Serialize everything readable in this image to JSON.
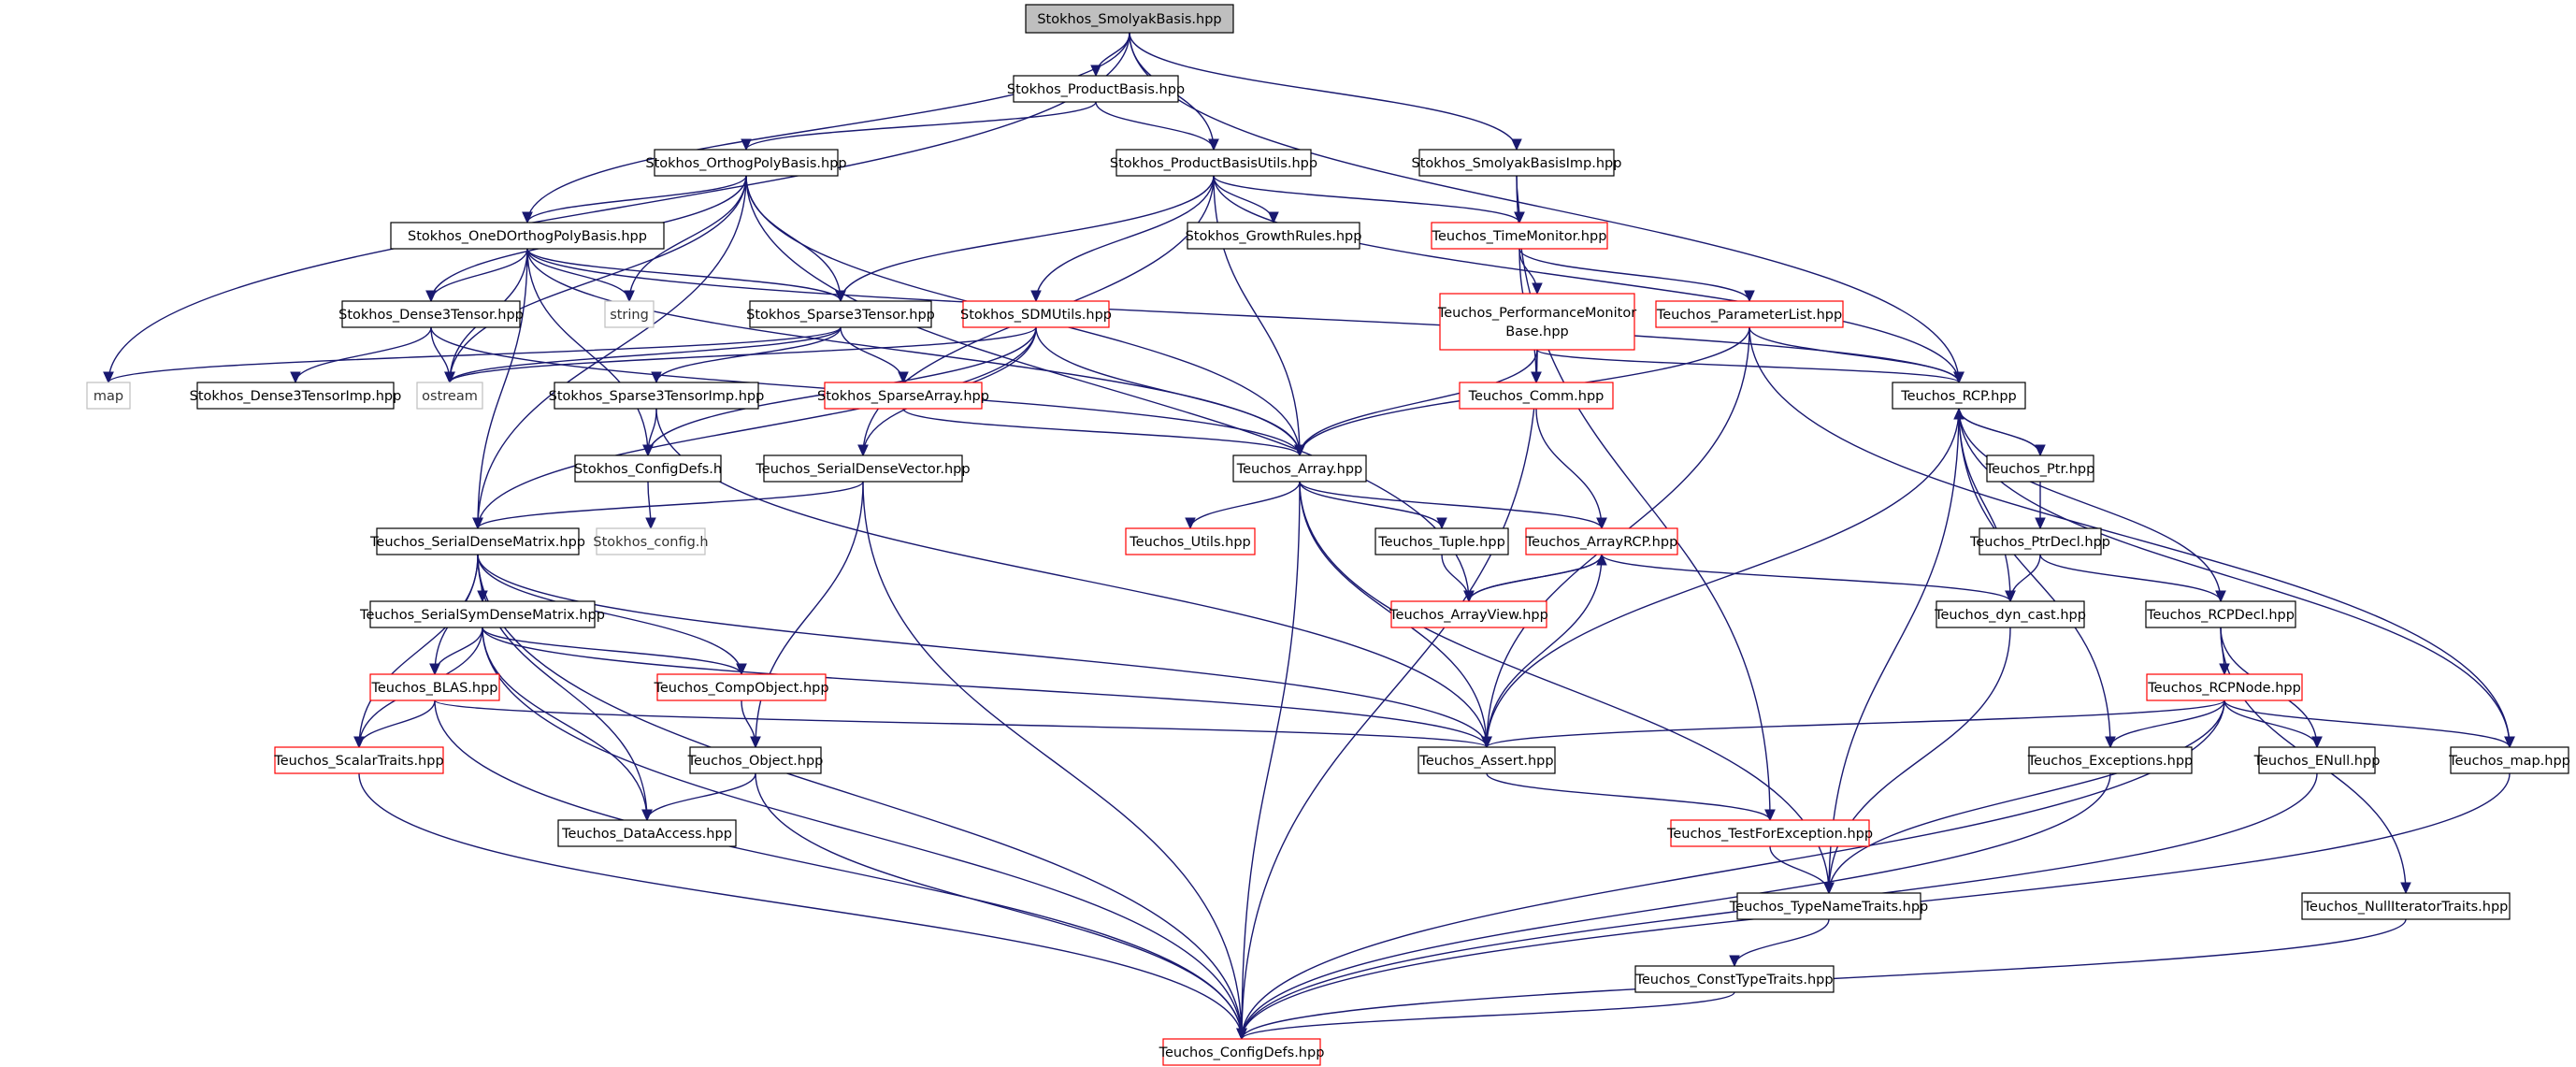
{
  "diagram": {
    "nodes": [
      {
        "id": "root",
        "label": "Stokhos_SmolyakBasis.hpp",
        "kind": "root"
      },
      {
        "id": "prodbasis",
        "label": "Stokhos_ProductBasis.hpp",
        "kind": "normal"
      },
      {
        "id": "orthog",
        "label": "Stokhos_OrthogPolyBasis.hpp",
        "kind": "normal"
      },
      {
        "id": "produtils",
        "label": "Stokhos_ProductBasisUtils.hpp",
        "kind": "normal"
      },
      {
        "id": "smolimp",
        "label": "Stokhos_SmolyakBasisImp.hpp",
        "kind": "normal"
      },
      {
        "id": "oned",
        "label": "Stokhos_OneDOrthogPolyBasis.hpp",
        "kind": "normal"
      },
      {
        "id": "growth",
        "label": "Stokhos_GrowthRules.hpp",
        "kind": "normal"
      },
      {
        "id": "timemon",
        "label": "Teuchos_TimeMonitor.hpp",
        "kind": "truncated"
      },
      {
        "id": "dense3",
        "label": "Stokhos_Dense3Tensor.hpp",
        "kind": "normal"
      },
      {
        "id": "string",
        "label": "string",
        "kind": "external"
      },
      {
        "id": "sparse3",
        "label": "Stokhos_Sparse3Tensor.hpp",
        "kind": "normal"
      },
      {
        "id": "sdmutils",
        "label": "Stokhos_SDMUtils.hpp",
        "kind": "truncated"
      },
      {
        "id": "perfmon",
        "label": [
          "Teuchos_PerformanceMonitor",
          "Base.hpp"
        ],
        "kind": "truncated"
      },
      {
        "id": "paramlist",
        "label": "Teuchos_ParameterList.hpp",
        "kind": "truncated"
      },
      {
        "id": "map",
        "label": "map",
        "kind": "external"
      },
      {
        "id": "dense3imp",
        "label": "Stokhos_Dense3TensorImp.hpp",
        "kind": "normal"
      },
      {
        "id": "ostream",
        "label": "ostream",
        "kind": "external"
      },
      {
        "id": "sparse3imp",
        "label": "Stokhos_Sparse3TensorImp.hpp",
        "kind": "normal"
      },
      {
        "id": "sparsearray",
        "label": "Stokhos_SparseArray.hpp",
        "kind": "truncated"
      },
      {
        "id": "comm",
        "label": "Teuchos_Comm.hpp",
        "kind": "truncated"
      },
      {
        "id": "rcp",
        "label": "Teuchos_RCP.hpp",
        "kind": "normal"
      },
      {
        "id": "configdefs",
        "label": "Stokhos_ConfigDefs.h",
        "kind": "normal"
      },
      {
        "id": "sdv",
        "label": "Teuchos_SerialDenseVector.hpp",
        "kind": "normal"
      },
      {
        "id": "array",
        "label": "Teuchos_Array.hpp",
        "kind": "normal"
      },
      {
        "id": "ptr",
        "label": "Teuchos_Ptr.hpp",
        "kind": "normal"
      },
      {
        "id": "config",
        "label": "Stokhos_config.h",
        "kind": "external"
      },
      {
        "id": "sdm",
        "label": "Teuchos_SerialDenseMatrix.hpp",
        "kind": "normal"
      },
      {
        "id": "utils",
        "label": "Teuchos_Utils.hpp",
        "kind": "truncated"
      },
      {
        "id": "tuple",
        "label": "Teuchos_Tuple.hpp",
        "kind": "normal"
      },
      {
        "id": "arrayrcp",
        "label": "Teuchos_ArrayRCP.hpp",
        "kind": "truncated"
      },
      {
        "id": "ptrdecl",
        "label": "Teuchos_PtrDecl.hpp",
        "kind": "normal"
      },
      {
        "id": "ssdm",
        "label": "Teuchos_SerialSymDenseMatrix.hpp",
        "kind": "normal"
      },
      {
        "id": "arrayview",
        "label": "Teuchos_ArrayView.hpp",
        "kind": "truncated"
      },
      {
        "id": "dyncast",
        "label": "Teuchos_dyn_cast.hpp",
        "kind": "normal"
      },
      {
        "id": "rcpdecl",
        "label": "Teuchos_RCPDecl.hpp",
        "kind": "normal"
      },
      {
        "id": "blas",
        "label": "Teuchos_BLAS.hpp",
        "kind": "truncated"
      },
      {
        "id": "compobj",
        "label": "Teuchos_CompObject.hpp",
        "kind": "truncated"
      },
      {
        "id": "rcpnode",
        "label": "Teuchos_RCPNode.hpp",
        "kind": "truncated"
      },
      {
        "id": "scalartraits",
        "label": "Teuchos_ScalarTraits.hpp",
        "kind": "truncated"
      },
      {
        "id": "object",
        "label": "Teuchos_Object.hpp",
        "kind": "normal"
      },
      {
        "id": "assert",
        "label": "Teuchos_Assert.hpp",
        "kind": "normal"
      },
      {
        "id": "exceptions",
        "label": "Teuchos_Exceptions.hpp",
        "kind": "normal"
      },
      {
        "id": "enull",
        "label": "Teuchos_ENull.hpp",
        "kind": "normal"
      },
      {
        "id": "tmap",
        "label": "Teuchos_map.hpp",
        "kind": "normal"
      },
      {
        "id": "dataaccess",
        "label": "Teuchos_DataAccess.hpp",
        "kind": "normal"
      },
      {
        "id": "testexc",
        "label": "Teuchos_TestForException.hpp",
        "kind": "truncated"
      },
      {
        "id": "typename",
        "label": "Teuchos_TypeNameTraits.hpp",
        "kind": "normal"
      },
      {
        "id": "nulliter",
        "label": "Teuchos_NullIteratorTraits.hpp",
        "kind": "normal"
      },
      {
        "id": "consttype",
        "label": "Teuchos_ConstTypeTraits.hpp",
        "kind": "normal"
      },
      {
        "id": "tconfigdefs",
        "label": "Teuchos_ConfigDefs.hpp",
        "kind": "truncated"
      }
    ],
    "edges": [
      [
        "root",
        "prodbasis"
      ],
      [
        "root",
        "produtils"
      ],
      [
        "root",
        "smolimp"
      ],
      [
        "root",
        "oned"
      ],
      [
        "root",
        "map"
      ],
      [
        "root",
        "rcp"
      ],
      [
        "prodbasis",
        "orthog"
      ],
      [
        "prodbasis",
        "produtils"
      ],
      [
        "orthog",
        "oned"
      ],
      [
        "orthog",
        "dense3"
      ],
      [
        "orthog",
        "sparse3"
      ],
      [
        "orthog",
        "string"
      ],
      [
        "orthog",
        "ostream"
      ],
      [
        "orthog",
        "sdm"
      ],
      [
        "orthog",
        "array"
      ],
      [
        "orthog",
        "arrayview"
      ],
      [
        "produtils",
        "growth"
      ],
      [
        "produtils",
        "timemon"
      ],
      [
        "produtils",
        "sparse3"
      ],
      [
        "produtils",
        "sdmutils"
      ],
      [
        "produtils",
        "sdv"
      ],
      [
        "produtils",
        "array"
      ],
      [
        "produtils",
        "rcp"
      ],
      [
        "smolimp",
        "timemon"
      ],
      [
        "smolimp",
        "testexc"
      ],
      [
        "oned",
        "dense3"
      ],
      [
        "oned",
        "sparse3"
      ],
      [
        "oned",
        "string"
      ],
      [
        "oned",
        "ostream"
      ],
      [
        "oned",
        "sdm"
      ],
      [
        "oned",
        "configdefs"
      ],
      [
        "oned",
        "array"
      ],
      [
        "oned",
        "rcp"
      ],
      [
        "timemon",
        "perfmon"
      ],
      [
        "timemon",
        "paramlist"
      ],
      [
        "timemon",
        "comm"
      ],
      [
        "dense3",
        "dense3imp"
      ],
      [
        "dense3",
        "ostream"
      ],
      [
        "dense3",
        "array"
      ],
      [
        "sparse3",
        "map"
      ],
      [
        "sparse3",
        "ostream"
      ],
      [
        "sparse3",
        "sparse3imp"
      ],
      [
        "sparse3",
        "sparsearray"
      ],
      [
        "sdmutils",
        "ostream"
      ],
      [
        "sdmutils",
        "configdefs"
      ],
      [
        "sdmutils",
        "sdm"
      ],
      [
        "sdmutils",
        "sdv"
      ],
      [
        "sdmutils",
        "array"
      ],
      [
        "perfmon",
        "comm"
      ],
      [
        "perfmon",
        "rcp"
      ],
      [
        "perfmon",
        "array"
      ],
      [
        "perfmon",
        "tconfigdefs"
      ],
      [
        "paramlist",
        "rcp"
      ],
      [
        "paramlist",
        "array"
      ],
      [
        "paramlist",
        "assert"
      ],
      [
        "paramlist",
        "tmap"
      ],
      [
        "sparse3imp",
        "configdefs"
      ],
      [
        "sparse3imp",
        "assert"
      ],
      [
        "sparsearray",
        "array"
      ],
      [
        "comm",
        "arrayrcp"
      ],
      [
        "rcp",
        "ptr"
      ],
      [
        "rcp",
        "rcpdecl"
      ],
      [
        "rcp",
        "dyncast"
      ],
      [
        "rcp",
        "assert"
      ],
      [
        "rcp",
        "exceptions"
      ],
      [
        "rcp",
        "typename"
      ],
      [
        "rcp",
        "tmap"
      ],
      [
        "configdefs",
        "config"
      ],
      [
        "sdv",
        "sdm"
      ],
      [
        "sdv",
        "object"
      ],
      [
        "sdv",
        "tconfigdefs"
      ],
      [
        "array",
        "utils"
      ],
      [
        "array",
        "tuple"
      ],
      [
        "array",
        "arrayrcp"
      ],
      [
        "array",
        "assert"
      ],
      [
        "array",
        "typename"
      ],
      [
        "array",
        "tconfigdefs"
      ],
      [
        "ptr",
        "rcp"
      ],
      [
        "ptr",
        "ptrdecl"
      ],
      [
        "sdm",
        "ssdm"
      ],
      [
        "sdm",
        "blas"
      ],
      [
        "sdm",
        "scalartraits"
      ],
      [
        "sdm",
        "compobj"
      ],
      [
        "sdm",
        "dataaccess"
      ],
      [
        "sdm",
        "assert"
      ],
      [
        "sdm",
        "tconfigdefs"
      ],
      [
        "tuple",
        "arrayview"
      ],
      [
        "arrayrcp",
        "arrayview"
      ],
      [
        "arrayrcp",
        "assert"
      ],
      [
        "arrayrcp",
        "dyncast"
      ],
      [
        "ptrdecl",
        "dyncast"
      ],
      [
        "ptrdecl",
        "rcpdecl"
      ],
      [
        "ssdm",
        "blas"
      ],
      [
        "ssdm",
        "scalartraits"
      ],
      [
        "ssdm",
        "compobj"
      ],
      [
        "ssdm",
        "dataaccess"
      ],
      [
        "ssdm",
        "assert"
      ],
      [
        "ssdm",
        "tconfigdefs"
      ],
      [
        "arrayview",
        "arrayrcp"
      ],
      [
        "dyncast",
        "typename"
      ],
      [
        "rcpdecl",
        "rcpnode"
      ],
      [
        "rcpdecl",
        "enull"
      ],
      [
        "rcpdecl",
        "nulliter"
      ],
      [
        "blas",
        "scalartraits"
      ],
      [
        "blas",
        "assert"
      ],
      [
        "blas",
        "tconfigdefs"
      ],
      [
        "compobj",
        "object"
      ],
      [
        "rcpnode",
        "assert"
      ],
      [
        "rcpnode",
        "exceptions"
      ],
      [
        "rcpnode",
        "enull"
      ],
      [
        "rcpnode",
        "tmap"
      ],
      [
        "rcpnode",
        "typename"
      ],
      [
        "rcpnode",
        "tconfigdefs"
      ],
      [
        "scalartraits",
        "tconfigdefs"
      ],
      [
        "object",
        "dataaccess"
      ],
      [
        "object",
        "tconfigdefs"
      ],
      [
        "assert",
        "testexc"
      ],
      [
        "exceptions",
        "tconfigdefs"
      ],
      [
        "enull",
        "tconfigdefs"
      ],
      [
        "tmap",
        "tconfigdefs"
      ],
      [
        "testexc",
        "typename"
      ],
      [
        "typename",
        "consttype"
      ],
      [
        "nulliter",
        "tconfigdefs"
      ],
      [
        "consttype",
        "tconfigdefs"
      ]
    ]
  }
}
